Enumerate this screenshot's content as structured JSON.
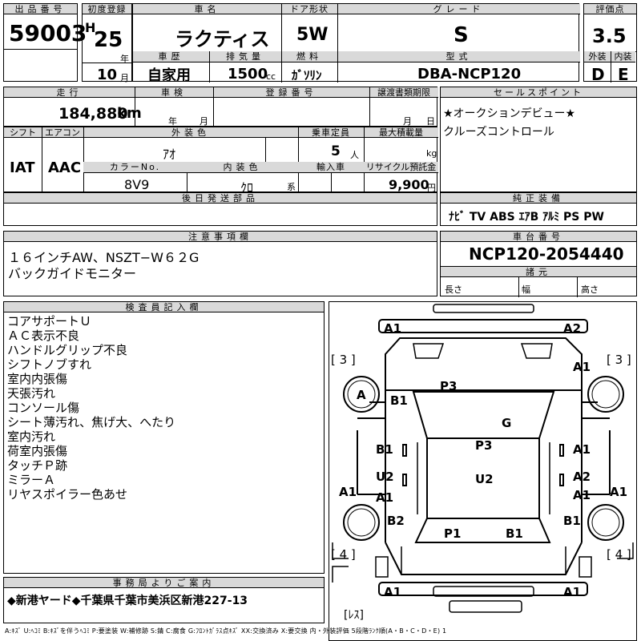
{
  "headers": {
    "lot_no": "出品番号",
    "first_reg": "初度登録",
    "car_name": "車名",
    "door_type": "ドア形状",
    "grade": "グレード",
    "score": "評価点",
    "history": "車歴",
    "displacement": "排気量",
    "fuel": "燃料",
    "model": "型式",
    "exterior": "外装",
    "interior": "内装",
    "mileage": "走行",
    "inspection": "車検",
    "reg_no": "登録番号",
    "transfer_doc": "譲渡書類期限",
    "sales_point": "セールスポイント",
    "shift": "シフト",
    "aircon": "エアコン",
    "ext_color": "外装色",
    "capacity": "乗車定員",
    "max_load": "最大積載量",
    "color_no": "カラーNo.",
    "int_color": "内装色",
    "import": "輸入車",
    "recycle": "リサイクル預託金",
    "later_parts": "後日発送部品",
    "genuine": "純正装備",
    "notes": "注意事項欄",
    "chassis": "車台番号",
    "specs": "諸元",
    "inspector": "検査員記入欄",
    "office": "事務局よりご案内"
  },
  "lot_no": "59003",
  "era": "H",
  "year": "25",
  "year_unit": "年",
  "month": "10",
  "month_unit": "月",
  "car_name": "ラクティス",
  "door_type": "5W",
  "grade": "S",
  "score": "3.5",
  "history": "自家用",
  "displacement": "1500",
  "displacement_unit": "cc",
  "fuel": "ｶﾞｿﾘﾝ",
  "model": "DBA-NCP120",
  "exterior_grade": "D",
  "interior_grade": "E",
  "mileage": "184,880",
  "mileage_unit": "km",
  "inspection_year_unit": "年",
  "inspection_month_unit": "月",
  "transfer_month_unit": "月",
  "transfer_day_unit": "日",
  "sales_points": [
    "★オークションデビュー★",
    "クルーズコントロール"
  ],
  "shift": "IAT",
  "aircon": "AAC",
  "ext_color": "ｱｵ",
  "capacity": "5",
  "capacity_unit": "人",
  "max_load_unit": "kg",
  "color_no": "8V9",
  "int_color": "ｸﾛ",
  "int_color_unit": "系",
  "recycle": "9,900",
  "recycle_unit": "円",
  "genuine_equipment": "ﾅﾋﾞ TV ABS ｴｱB ｱﾙﾐ PS PW",
  "notes": [
    "１６インチAW、NSZT−W６２G",
    "バックガイドモニター"
  ],
  "chassis_no": "NCP120-2054440",
  "spec_labels": {
    "length": "長さ",
    "width": "幅",
    "height": "高さ"
  },
  "inspector_notes": [
    "コアサポートＵ",
    "ＡＣ表示不良",
    "ハンドルグリップ不良",
    "シフトノブすれ",
    "室内内張傷",
    "天張汚れ",
    "コンソール傷",
    "シート薄汚れ、焦げ大、へたり",
    "室内汚れ",
    "荷室内張傷",
    "タッチＰ跡",
    "ミラーＡ",
    "リヤスポイラー色あせ"
  ],
  "office_note": "◆新港ヤード◆千葉県千葉市美浜区新港227-13",
  "legend": "A:ｷｽﾞ U:ﾍｺﾐ B:ｷｽﾞを伴うﾍｺﾐ P:要塗装 W:補修跡 S:錆 C:腐食 G:ﾌﾛﾝﾄｶﾞﾗｽ点ｷｽﾞ XX:交換済み X:要交換 内・外装評価 5段階ﾗﾝｸ順(A・B・C・D・E) 1",
  "diagram": {
    "marks": [
      "A1",
      "A2",
      "A1",
      "A",
      "B1",
      "P3",
      "G",
      "B1",
      "P3",
      "A1",
      "U2",
      "A1",
      "A2",
      "U2",
      "A1",
      "A1",
      "A1",
      "B2",
      "P1",
      "B1",
      "B1",
      "A1",
      "A1"
    ],
    "tire_labels": [
      "[ 3 ]",
      "[ 3 ]",
      "[ 4 ]",
      "[ 4 ]"
    ],
    "rear_label": "[ﾚｽ]"
  }
}
